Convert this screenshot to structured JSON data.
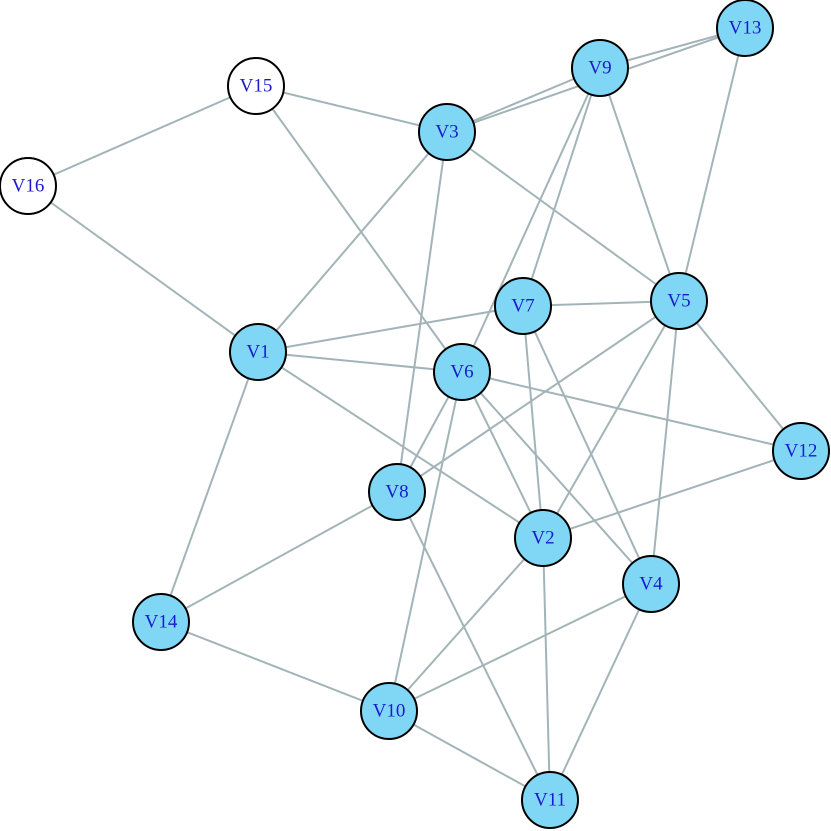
{
  "colors": {
    "background": "#ffffff",
    "edge": "#a3b4b8",
    "node_fill_connected": "#7fd7f5",
    "node_fill_other": "#ffffff",
    "node_stroke": "#000000",
    "label": "#1a1acd"
  },
  "nodes": [
    {
      "id": "V1",
      "label": "V1",
      "fill": "#7fd7f5"
    },
    {
      "id": "V2",
      "label": "V2",
      "fill": "#7fd7f5"
    },
    {
      "id": "V3",
      "label": "V3",
      "fill": "#7fd7f5"
    },
    {
      "id": "V4",
      "label": "V4",
      "fill": "#7fd7f5"
    },
    {
      "id": "V5",
      "label": "V5",
      "fill": "#7fd7f5"
    },
    {
      "id": "V6",
      "label": "V6",
      "fill": "#7fd7f5"
    },
    {
      "id": "V7",
      "label": "V7",
      "fill": "#7fd7f5"
    },
    {
      "id": "V8",
      "label": "V8",
      "fill": "#7fd7f5"
    },
    {
      "id": "V9",
      "label": "V9",
      "fill": "#7fd7f5"
    },
    {
      "id": "V10",
      "label": "V10",
      "fill": "#7fd7f5"
    },
    {
      "id": "V11",
      "label": "V11",
      "fill": "#7fd7f5"
    },
    {
      "id": "V12",
      "label": "V12",
      "fill": "#7fd7f5"
    },
    {
      "id": "V13",
      "label": "V13",
      "fill": "#7fd7f5"
    },
    {
      "id": "V14",
      "label": "V14",
      "fill": "#7fd7f5"
    },
    {
      "id": "V15",
      "label": "V15",
      "fill": "#ffffff"
    },
    {
      "id": "V16",
      "label": "V16",
      "fill": "#ffffff"
    }
  ],
  "edges": [
    [
      "V16",
      "V15"
    ],
    [
      "V16",
      "V1"
    ],
    [
      "V15",
      "V3"
    ],
    [
      "V15",
      "V6"
    ],
    [
      "V3",
      "V9"
    ],
    [
      "V3",
      "V13"
    ],
    [
      "V3",
      "V5"
    ],
    [
      "V3",
      "V1"
    ],
    [
      "V3",
      "V8"
    ],
    [
      "V9",
      "V13"
    ],
    [
      "V9",
      "V6"
    ],
    [
      "V9",
      "V7"
    ],
    [
      "V9",
      "V5"
    ],
    [
      "V13",
      "V5"
    ],
    [
      "V7",
      "V5"
    ],
    [
      "V7",
      "V1"
    ],
    [
      "V7",
      "V2"
    ],
    [
      "V7",
      "V4"
    ],
    [
      "V1",
      "V6"
    ],
    [
      "V1",
      "V2"
    ],
    [
      "V1",
      "V14"
    ],
    [
      "V6",
      "V12"
    ],
    [
      "V6",
      "V8"
    ],
    [
      "V6",
      "V2"
    ],
    [
      "V6",
      "V4"
    ],
    [
      "V6",
      "V10"
    ],
    [
      "V5",
      "V8"
    ],
    [
      "V5",
      "V2"
    ],
    [
      "V5",
      "V4"
    ],
    [
      "V5",
      "V12"
    ],
    [
      "V12",
      "V2"
    ],
    [
      "V8",
      "V14"
    ],
    [
      "V8",
      "V11"
    ],
    [
      "V2",
      "V10"
    ],
    [
      "V2",
      "V11"
    ],
    [
      "V4",
      "V10"
    ],
    [
      "V4",
      "V11"
    ],
    [
      "V14",
      "V10"
    ],
    [
      "V10",
      "V11"
    ]
  ]
}
